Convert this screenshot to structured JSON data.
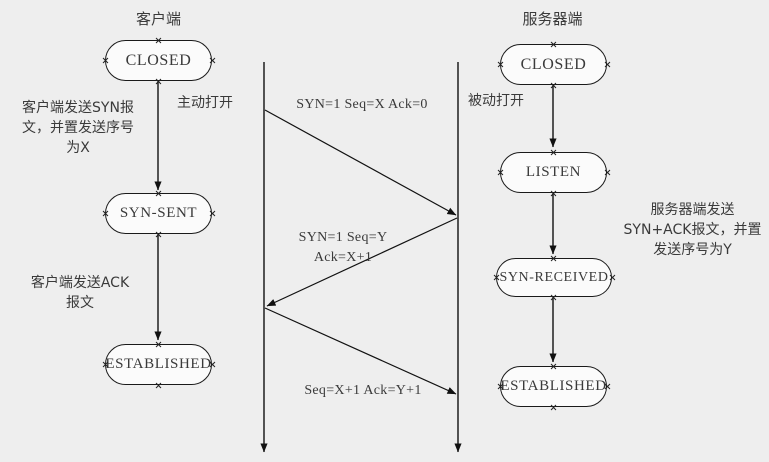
{
  "diagram": {
    "title_client": "客户端",
    "title_server": "服务器端",
    "background_color": "#eeeeee",
    "node_fill": "#fbfbfb",
    "line_color": "#1a1a1a",
    "text_color": "#3a3a3a"
  },
  "client": {
    "states": [
      {
        "label": "CLOSED"
      },
      {
        "label": "SYN-SENT"
      },
      {
        "label": "ESTABLISHED"
      }
    ],
    "gate_label": "主动打开",
    "notes": [
      "客户端发送SYN报\n文，并置发送序号\n为X",
      "客户端发送ACK\n报文"
    ]
  },
  "server": {
    "states": [
      {
        "label": "CLOSED"
      },
      {
        "label": "LISTEN"
      },
      {
        "label": "SYN-RECEIVED"
      },
      {
        "label": "ESTABLISHED"
      }
    ],
    "gate_label": "被动打开",
    "notes": [
      "服务器端发送\nSYN+ACK报文，并置\n发送序号为Y"
    ]
  },
  "messages": [
    {
      "id": "syn",
      "text": "SYN=1  Seq=X  Ack=0",
      "direction": "client-to-server"
    },
    {
      "id": "syn-ack",
      "text": "SYN=1  Seq=Y\nAck=X+1",
      "direction": "server-to-client"
    },
    {
      "id": "ack",
      "text": "Seq=X+1  Ack=Y+1",
      "direction": "client-to-server"
    }
  ],
  "timelines": [
    {
      "id": "client-timeline"
    },
    {
      "id": "server-timeline"
    }
  ]
}
